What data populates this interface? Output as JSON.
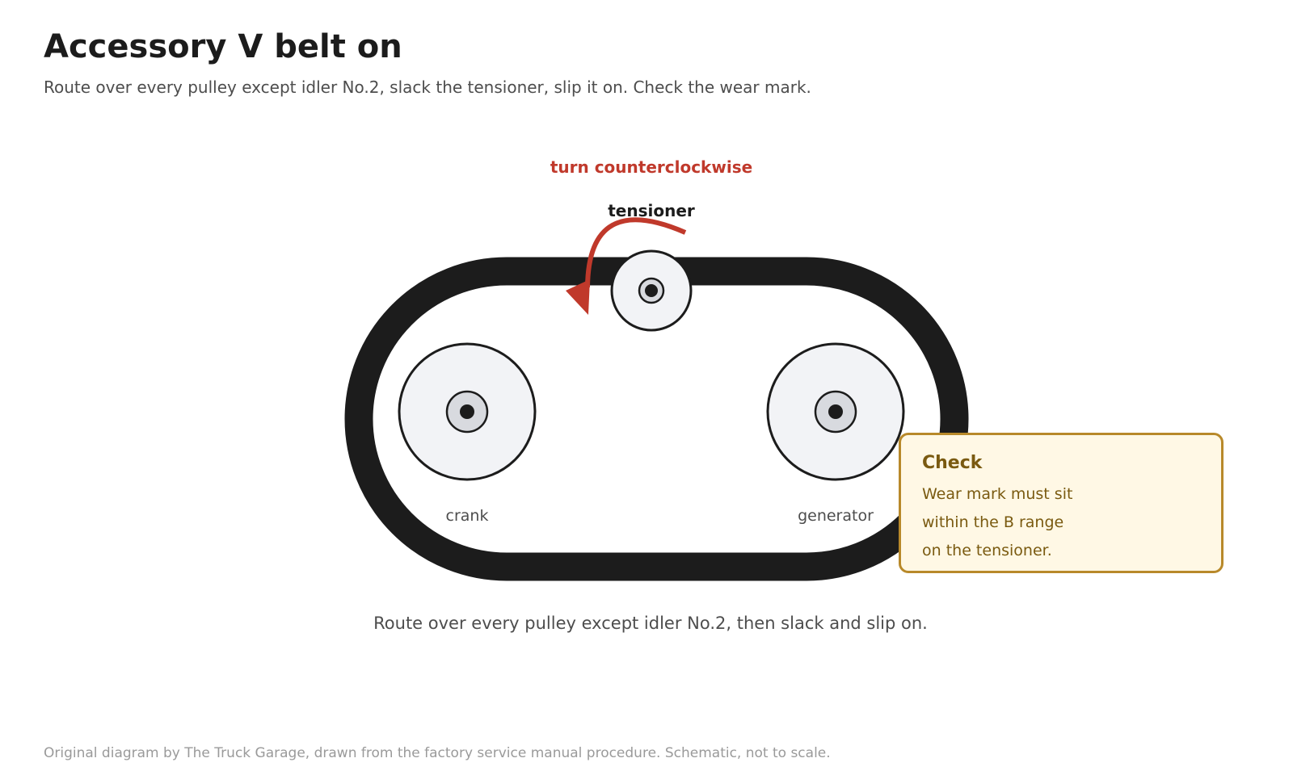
{
  "header": {
    "title": "Accessory V belt on",
    "subtitle": "Route over every pulley except idler No.2, slack the tensioner, slip it on. Check the wear mark."
  },
  "diagram": {
    "rotation_label": "turn counterclockwise",
    "pulleys": {
      "tensioner": "tensioner",
      "crank": "crank",
      "generator": "generator"
    },
    "caption": "Route over every pulley except idler No.2, then slack and slip on."
  },
  "callout": {
    "title": "Check",
    "lines": [
      "Wear mark must sit",
      "within the B range",
      "on the tensioner."
    ]
  },
  "footer": {
    "note": "Original diagram by The Truck Garage, drawn from the factory service manual procedure. Schematic, not to scale."
  },
  "colors": {
    "belt": "#1c1c1c",
    "pulley_fill": "#f2f3f6",
    "hub_fill": "#d8dadf",
    "arrow": "#c0392b",
    "callout_border": "#b8892a",
    "callout_fill": "#fff8e5",
    "callout_text": "#7a5a10"
  }
}
